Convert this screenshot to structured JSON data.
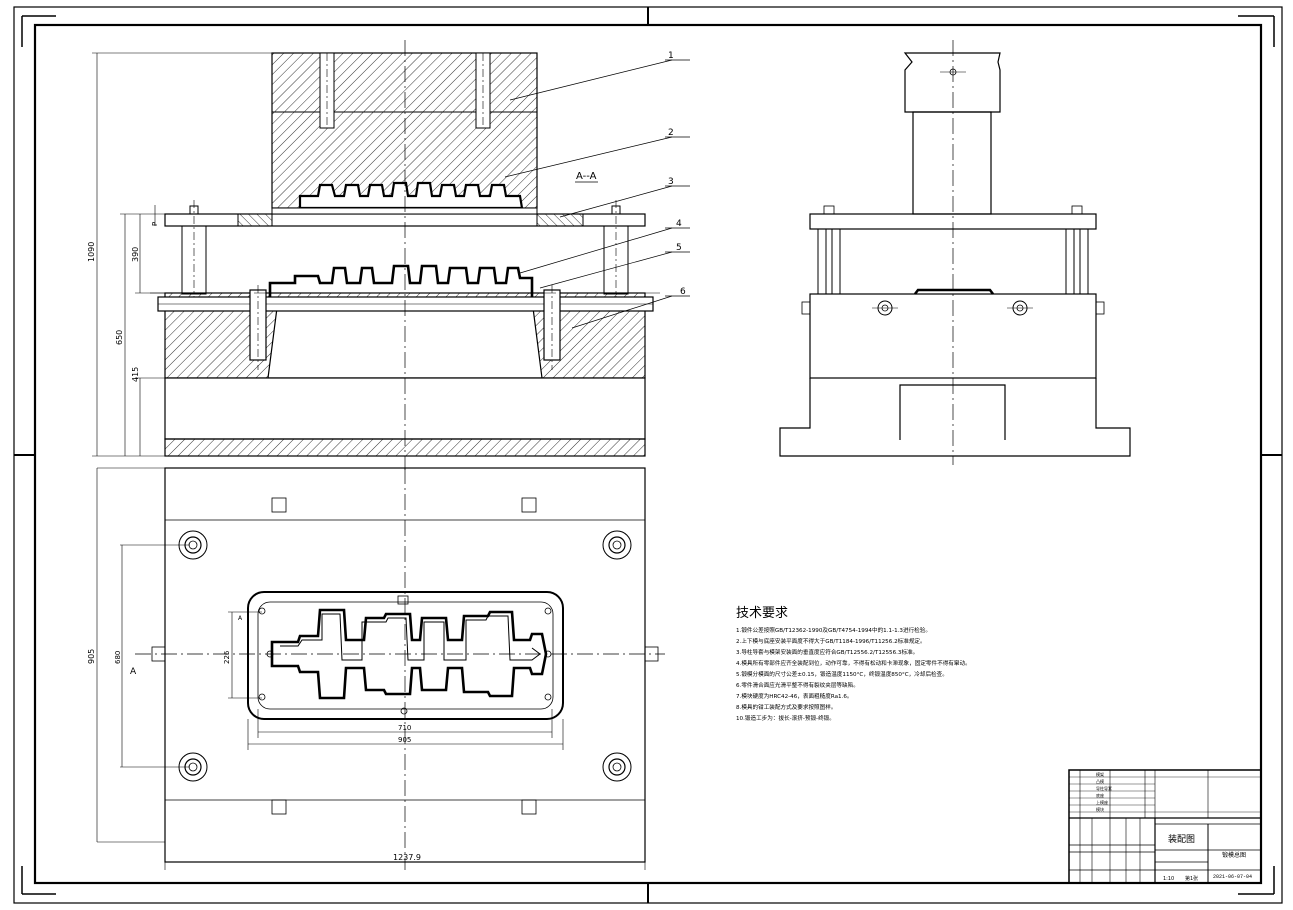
{
  "section_label": "A--A",
  "part_numbers": [
    "1",
    "2",
    "3",
    "4",
    "5",
    "6"
  ],
  "dimensions": {
    "height_total": "1090",
    "upper_height": "390",
    "p": "P",
    "lower_height": "650",
    "base_height": "415",
    "plan_height": "905",
    "width_total": "1237.9",
    "cavity_length": "710",
    "cavity_outer": "905",
    "cavity_height": "226",
    "plan_inner": "680",
    "side_mark_a": "A",
    "side_mark_a2": "A"
  },
  "tech_requirements": {
    "title": "技术要求",
    "lines": [
      "1.锻件公差按照GB/T12362-1990及GB/T4754-1994中的1.1-1.3进行检验。",
      "2.上下模与底座安装平面度不得大于GB/T1184-1996/T11256.2标准规定。",
      "3.导柱导套与模架安装面的垂直度应符合GB/T12556.2/T12556.3标准。",
      "4.模具所有零部件应齐全装配到位，动作可靠，不得有松动和卡滞现象，固定零件不得有窜动。",
      "5.锻模分模面的尺寸公差±0.15，锻造温度1150°C，终锻温度850°C，冷却后检查。",
      "6.零件滑合面应光滑平整不得有裂纹夹层等缺陷。",
      "7.模块硬度为HRC42-46，表面粗糙度Ra1.6。",
      "8.模具的钳工装配方式及要求按照图样。",
      "10.锻造工步为：拔长-滚挤-预锻-终锻。"
    ]
  },
  "title_block": {
    "drawing_name": "装配图",
    "subtitle": "锻模总图",
    "drawing_no": "2021-06-07-04",
    "scale": "1:10",
    "sheet": "第1张",
    "rows": [
      "模架",
      "凸模",
      "导柱导套",
      "底座",
      "上模座",
      "模块"
    ]
  }
}
